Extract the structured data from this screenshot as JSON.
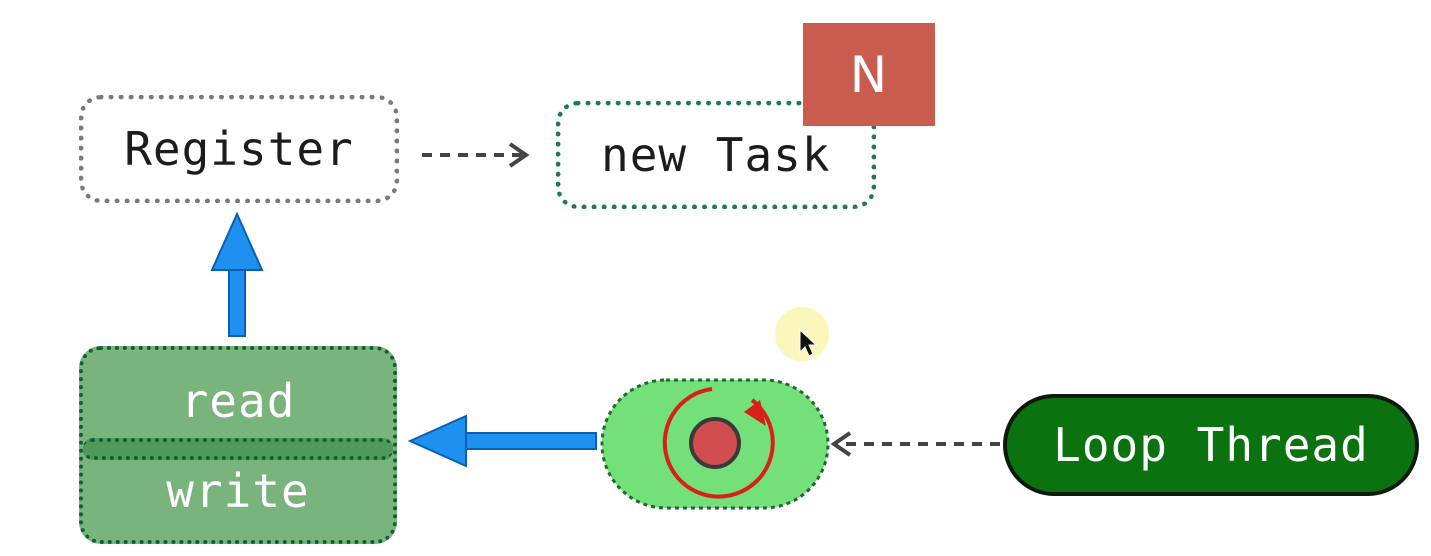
{
  "diagram": {
    "nodes": {
      "register": "Register",
      "new_task": "new Task",
      "badge": "N",
      "read": "read",
      "write": "write",
      "loop_thread": "Loop Thread"
    }
  },
  "colors": {
    "register_border": "#7a7a7a",
    "new_task_border": "#1f7a52",
    "badge": "#c95c4f",
    "read_write_fill": "#79b47c",
    "selector_fill": "#74e07a",
    "loop_thread_fill": "#0a730f",
    "blue_arrow": "#1e90f0",
    "cursor_highlight": "#fbf5b4"
  }
}
